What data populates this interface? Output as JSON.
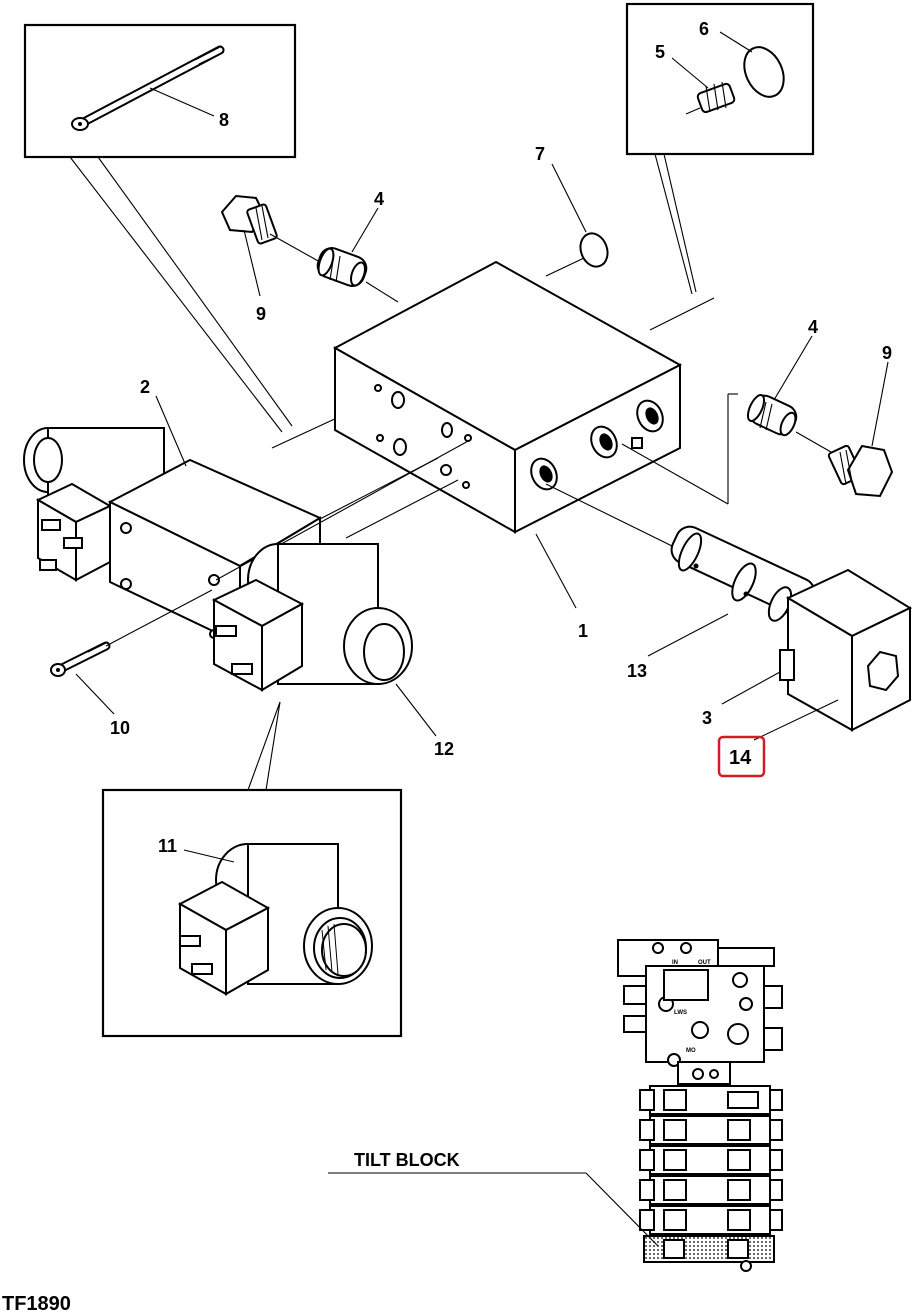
{
  "diagram_id": "TF1890",
  "section_label": "TILT BLOCK",
  "callouts": {
    "c1": "1",
    "c2": "2",
    "c3": "3",
    "c4a": "4",
    "c4b": "4",
    "c5": "5",
    "c6": "6",
    "c7": "7",
    "c8": "8",
    "c9a": "9",
    "c9b": "9",
    "c10": "10",
    "c11": "11",
    "c12": "12",
    "c13": "13",
    "c14": "14"
  },
  "mini_labels": {
    "in": "IN",
    "out": "OUT",
    "lws": "LWS",
    "mo": "MO"
  },
  "highlight": {
    "callout": "14",
    "color": "#d01c24"
  }
}
